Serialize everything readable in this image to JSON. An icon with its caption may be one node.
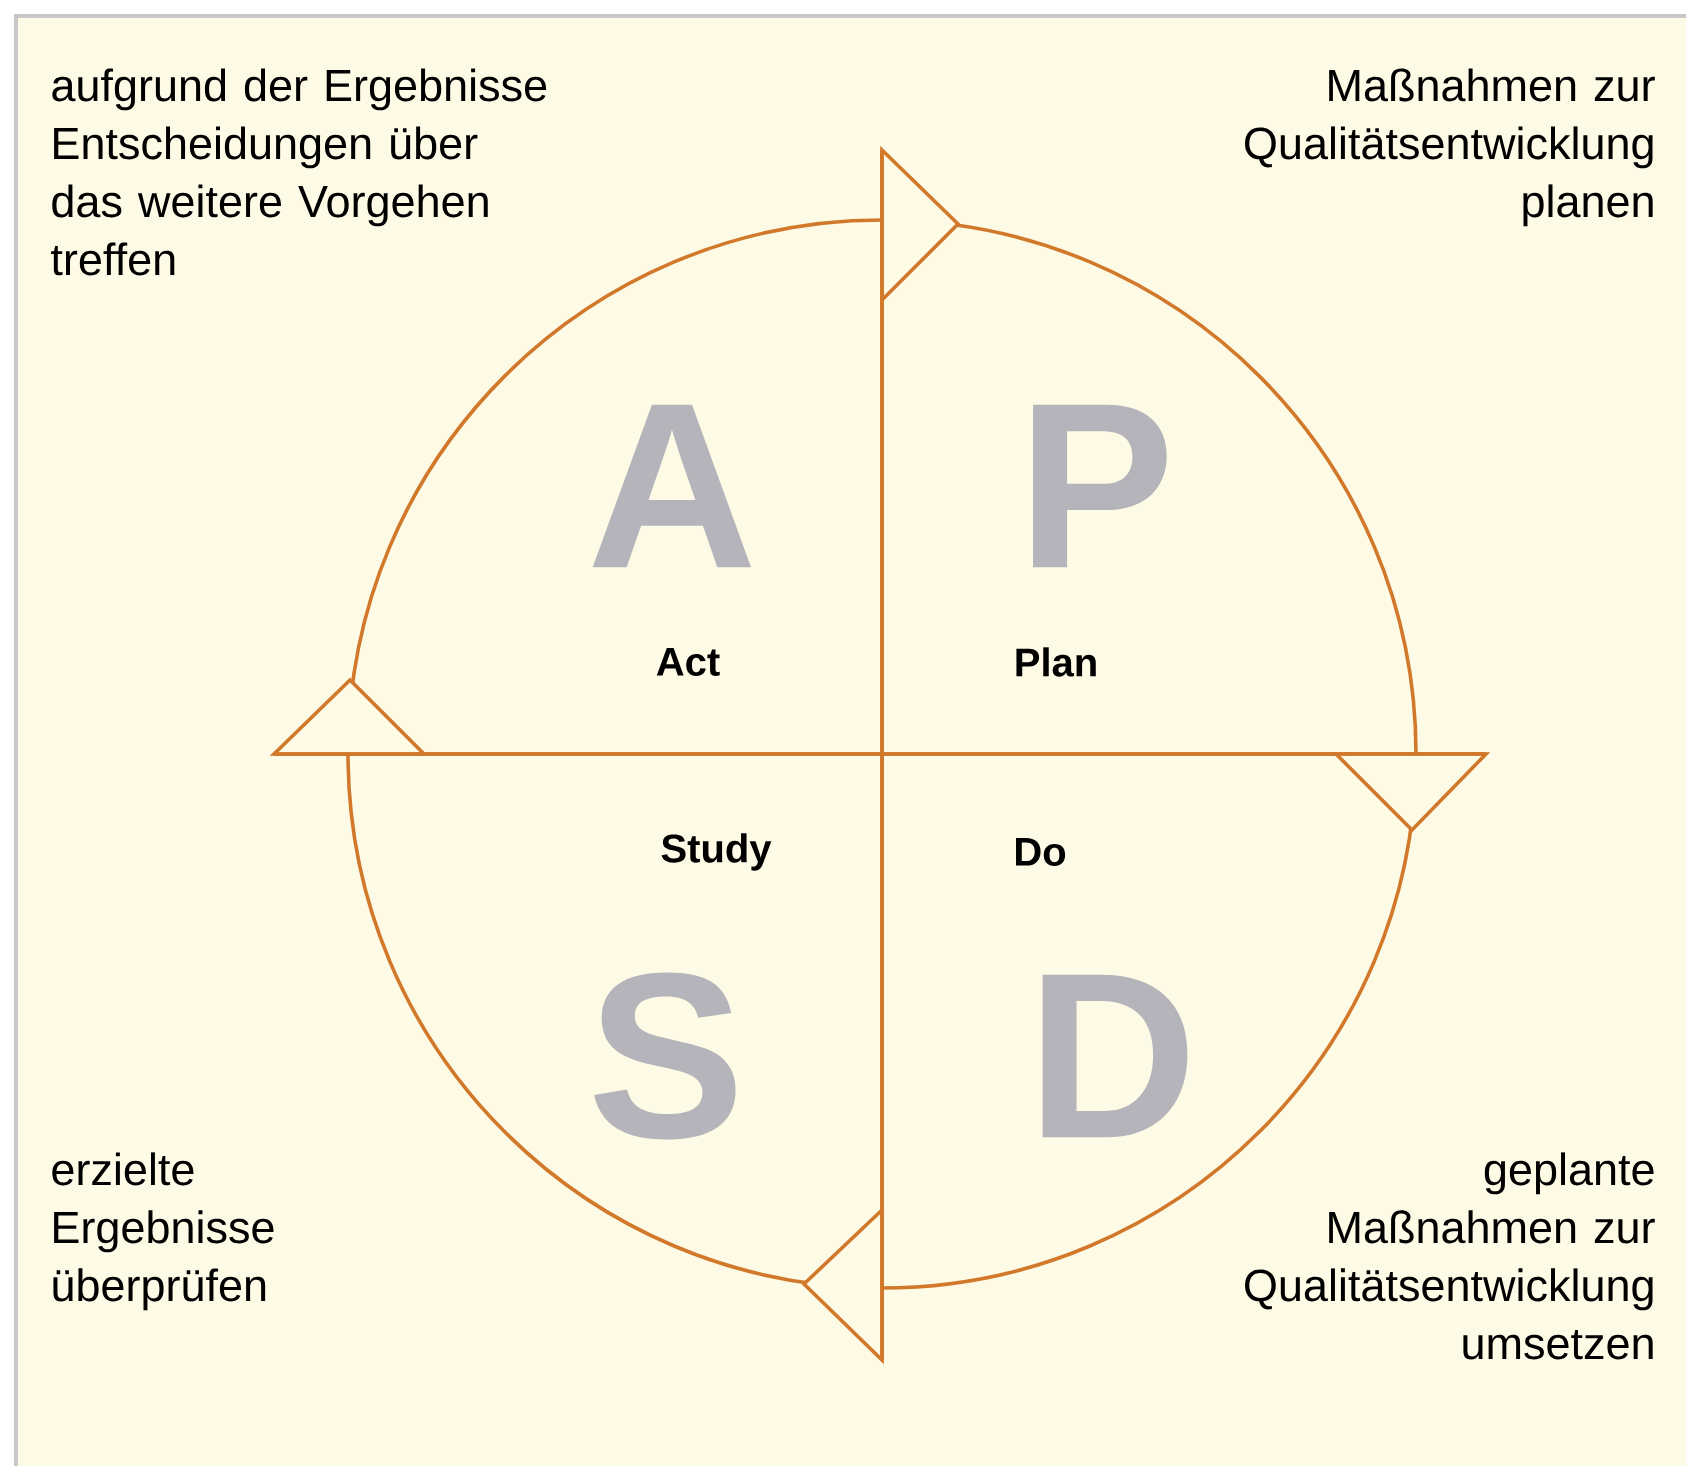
{
  "diagram": {
    "labels": [
      "aufgrund der Ergebnisse Entscheidungen über das weitere Vorgehen treffen",
      "Maßnahmen zur Qualitätsentwicklung planen",
      "A",
      "P",
      "Act",
      "Plan",
      "Study",
      "Do",
      "S",
      "D",
      "erzielte Ergebnisse überprüfen",
      "geplante Maßnahmen zur Qualitätsentwicklung umsetzen"
    ]
  }
}
